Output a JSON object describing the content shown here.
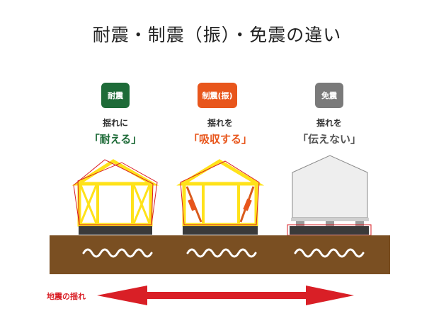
{
  "title": "耐震・制震（振）・免震の違い",
  "columns": [
    {
      "badge": "耐震",
      "sub": "揺れに",
      "emph": "「耐える」",
      "color": "#1e6b38"
    },
    {
      "badge": "制震(振)",
      "sub": "揺れを",
      "emph": "「吸収する」",
      "color": "#e8561c"
    },
    {
      "badge": "免震",
      "sub": "揺れを",
      "emph": "「伝えない」",
      "color": "#7a7a7a",
      "emph_color": "#555555"
    }
  ],
  "arrow_label": "地震の揺れ",
  "colors": {
    "ground": "#7a4f22",
    "frame_yellow": "#ffe21a",
    "accent_red": "#d91f26",
    "foundation": "#3a3a3a"
  }
}
